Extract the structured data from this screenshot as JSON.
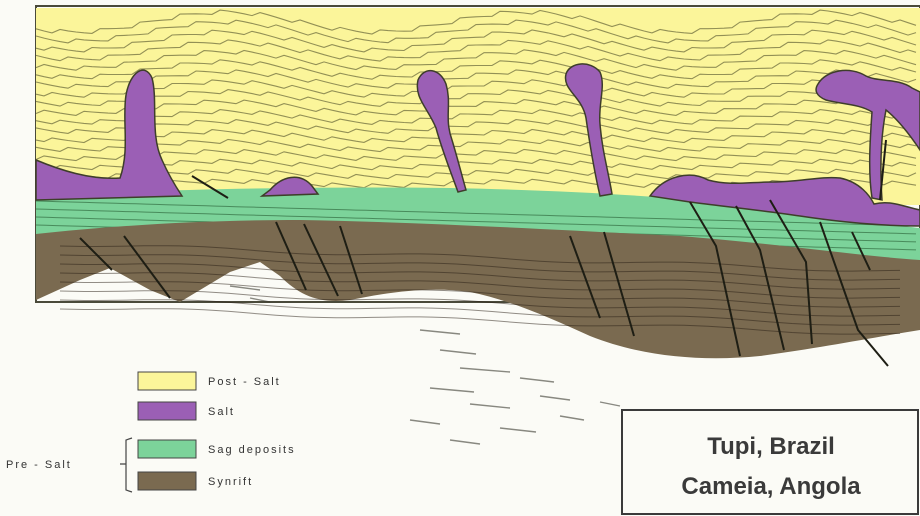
{
  "legend": {
    "items": [
      {
        "label": "Post - Salt",
        "color": "#fbf59a"
      },
      {
        "label": "Salt",
        "color": "#9b5fb5"
      },
      {
        "label": "Sag deposits",
        "color": "#7cd39a"
      },
      {
        "label": "Synrift",
        "color": "#7a6a50"
      }
    ],
    "group_label": "Pre - Salt"
  },
  "location_box": {
    "line1": "Tupi, Brazil",
    "line2": "Cameia, Angola"
  },
  "colors": {
    "post_salt": "#fbf59a",
    "salt": "#9b5fb5",
    "sag": "#7cd39a",
    "synrift": "#7a6a50",
    "basement": "#fbfbf6",
    "lines": "#3e3e2a"
  }
}
